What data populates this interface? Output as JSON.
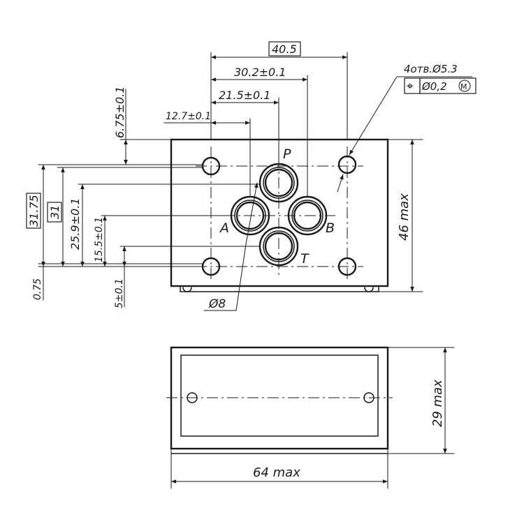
{
  "dimensions": {
    "overall_width_basic": "40.5",
    "holes_spacing": "30.2±0.1",
    "p_offset": "21.5±0.1",
    "a_offset": "12.7±0.1",
    "top_edge_offset": "6.75±0.1",
    "height_basic": "31.75",
    "b_height_basic": "31",
    "p_height": "25.9±0.1",
    "ab_height": "15.5±0.1",
    "t_height": "5±0.1",
    "small_offset": "0.75",
    "port_diameter": "Ø8",
    "height_max": "46 max",
    "depth_max": "29 max",
    "width_max": "64 max"
  },
  "mounting_holes": {
    "callout": "4отв.Ø5.3",
    "tolerance_symbol": "⌖",
    "tolerance_value": "Ø0,2",
    "modifier": "M"
  },
  "ports": {
    "p": "P",
    "a": "A",
    "b": "B",
    "t": "T"
  }
}
